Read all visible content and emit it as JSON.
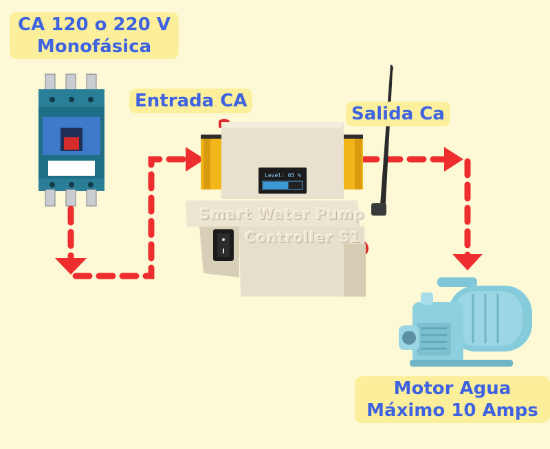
{
  "labels": {
    "source_line1": "CA 120 o 220 V",
    "source_line2": "Monofásica",
    "input": "Entrada CA",
    "output": "Salida Ca",
    "motor_line1": "Motor Agua",
    "motor_line2": "Máximo 10 Amps"
  },
  "device": {
    "engraving_line1": "Smart Water Pump",
    "engraving_line2": "Controller S1",
    "display_text": "Level: 65 %",
    "level_percent": 65
  },
  "colors": {
    "arrow": "#ee2e2e",
    "label_text": "#3f63e0",
    "label_bg": "#fbef9c",
    "background": "#fdf9d6"
  }
}
